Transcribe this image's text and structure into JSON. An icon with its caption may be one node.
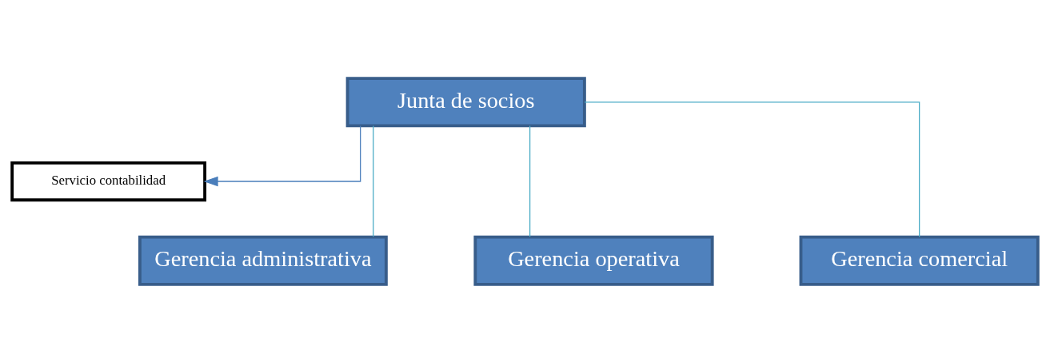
{
  "diagram": {
    "nodes": [
      {
        "text": [
          "Junta de socios"
        ]
      },
      {
        "text": [
          "Servicio contabilidad"
        ]
      },
      {
        "text": [
          "Gerencia administrativa"
        ]
      },
      {
        "text": [
          "Gerencia operativa"
        ]
      },
      {
        "text": [
          "Gerencia comercial"
        ]
      }
    ],
    "edges": [
      {
        "from": 0,
        "to": 1,
        "arrow": "to",
        "color": "#4a7ebb"
      },
      {
        "from": 0,
        "to": 2,
        "arrow": "none"
      },
      {
        "from": 0,
        "to": 3,
        "arrow": "none"
      },
      {
        "from": 0,
        "to": 4,
        "arrow": "none"
      }
    ]
  }
}
